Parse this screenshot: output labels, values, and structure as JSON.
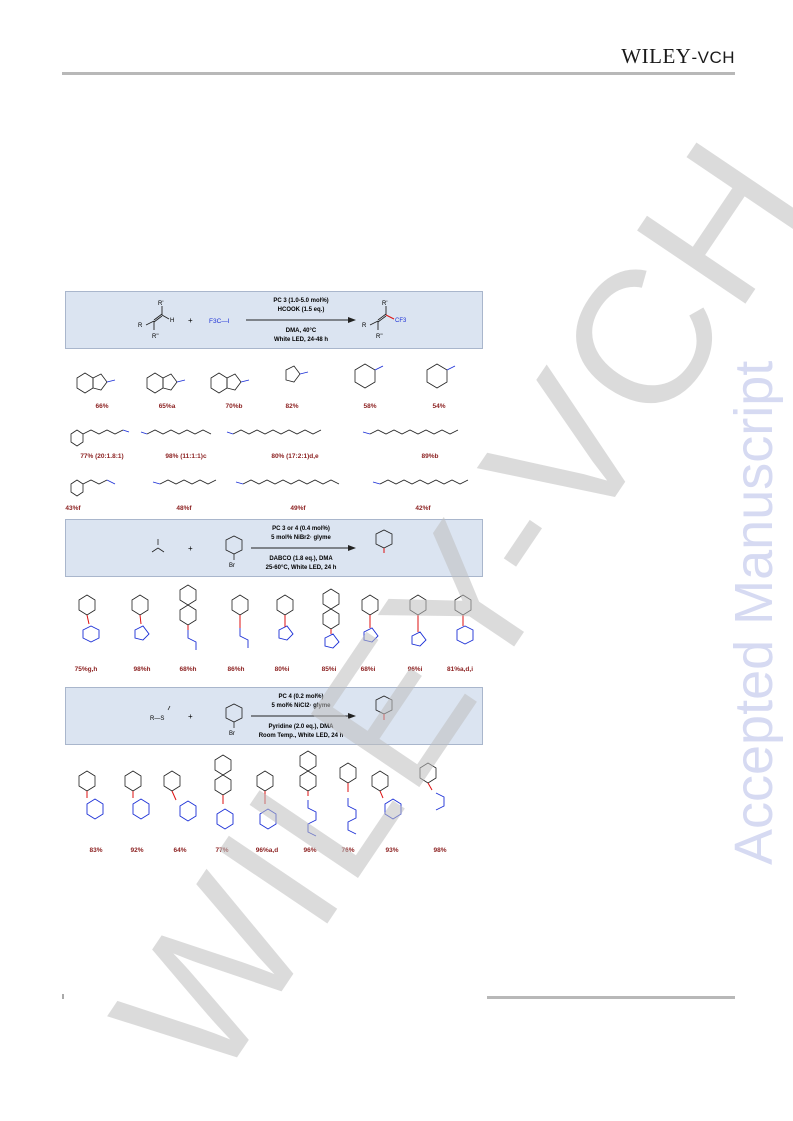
{
  "header": {
    "publisher_main": "WILEY",
    "publisher_suffix": "-VCH"
  },
  "watermark": {
    "side_text": "Accepted Manuscript",
    "diagonal_text": "WILEY-VCH"
  },
  "scheme1": {
    "reagent_cf3i": "F3C—I",
    "plus": "+",
    "cond_top1": "PC 3 (1.0-5.0 mol%)",
    "cond_top2": "HCOOK (1.5 eq.)",
    "cond_bot1": "DMA, 40°C",
    "cond_bot2": "White LED, 24-48 h",
    "sub_r1": "R'",
    "sub_r2": "R",
    "sub_r3": "R''",
    "sub_h": "H",
    "prod_cf3": "CF3",
    "yields_row1": [
      "66%",
      "65%a",
      "70%b",
      "82%",
      "58%",
      "54%"
    ],
    "yields_row2": [
      "77% (20:1.8:1)",
      "98% (11:1:1)c",
      "80% (17:2:1)d,e",
      "89%b"
    ],
    "yields_row3": [
      "43%f",
      "48%f",
      "49%f",
      "42%f"
    ]
  },
  "scheme2": {
    "plus": "+",
    "cond_top1": "PC 3 or 4 (0.4 mol%)",
    "cond_top2": "5 mol% NiBr2· glyme",
    "cond_bot1": "DABCO (1.8 eq.), DMA",
    "cond_bot2": "25-60°C, White LED, 24 h",
    "br": "Br",
    "yields": [
      "75%g,h",
      "98%h",
      "68%h",
      "86%h",
      "80%i",
      "85%i",
      "68%i",
      "96%i",
      "81%a,d,i"
    ]
  },
  "scheme3": {
    "plus": "+",
    "cond_top1": "PC 4 (0.2 mol%)",
    "cond_top2": "5 mol% NiCl2· glyme",
    "cond_bot1": "Pyridine (2.0 eq.), DMA",
    "cond_bot2": "Room Temp., White LED, 24 h",
    "thiol": "R—S",
    "br": "Br",
    "yields": [
      "83%",
      "92%",
      "64%",
      "77%",
      "96%a,d",
      "96%",
      "76%",
      "93%",
      "98%"
    ]
  },
  "colors": {
    "box_bg": "#dbe4f1",
    "yield_red": "#8b1f1f",
    "bond_blue": "#1b2fd6",
    "bond_red": "#d11",
    "watermark": "#c9c9c9"
  }
}
